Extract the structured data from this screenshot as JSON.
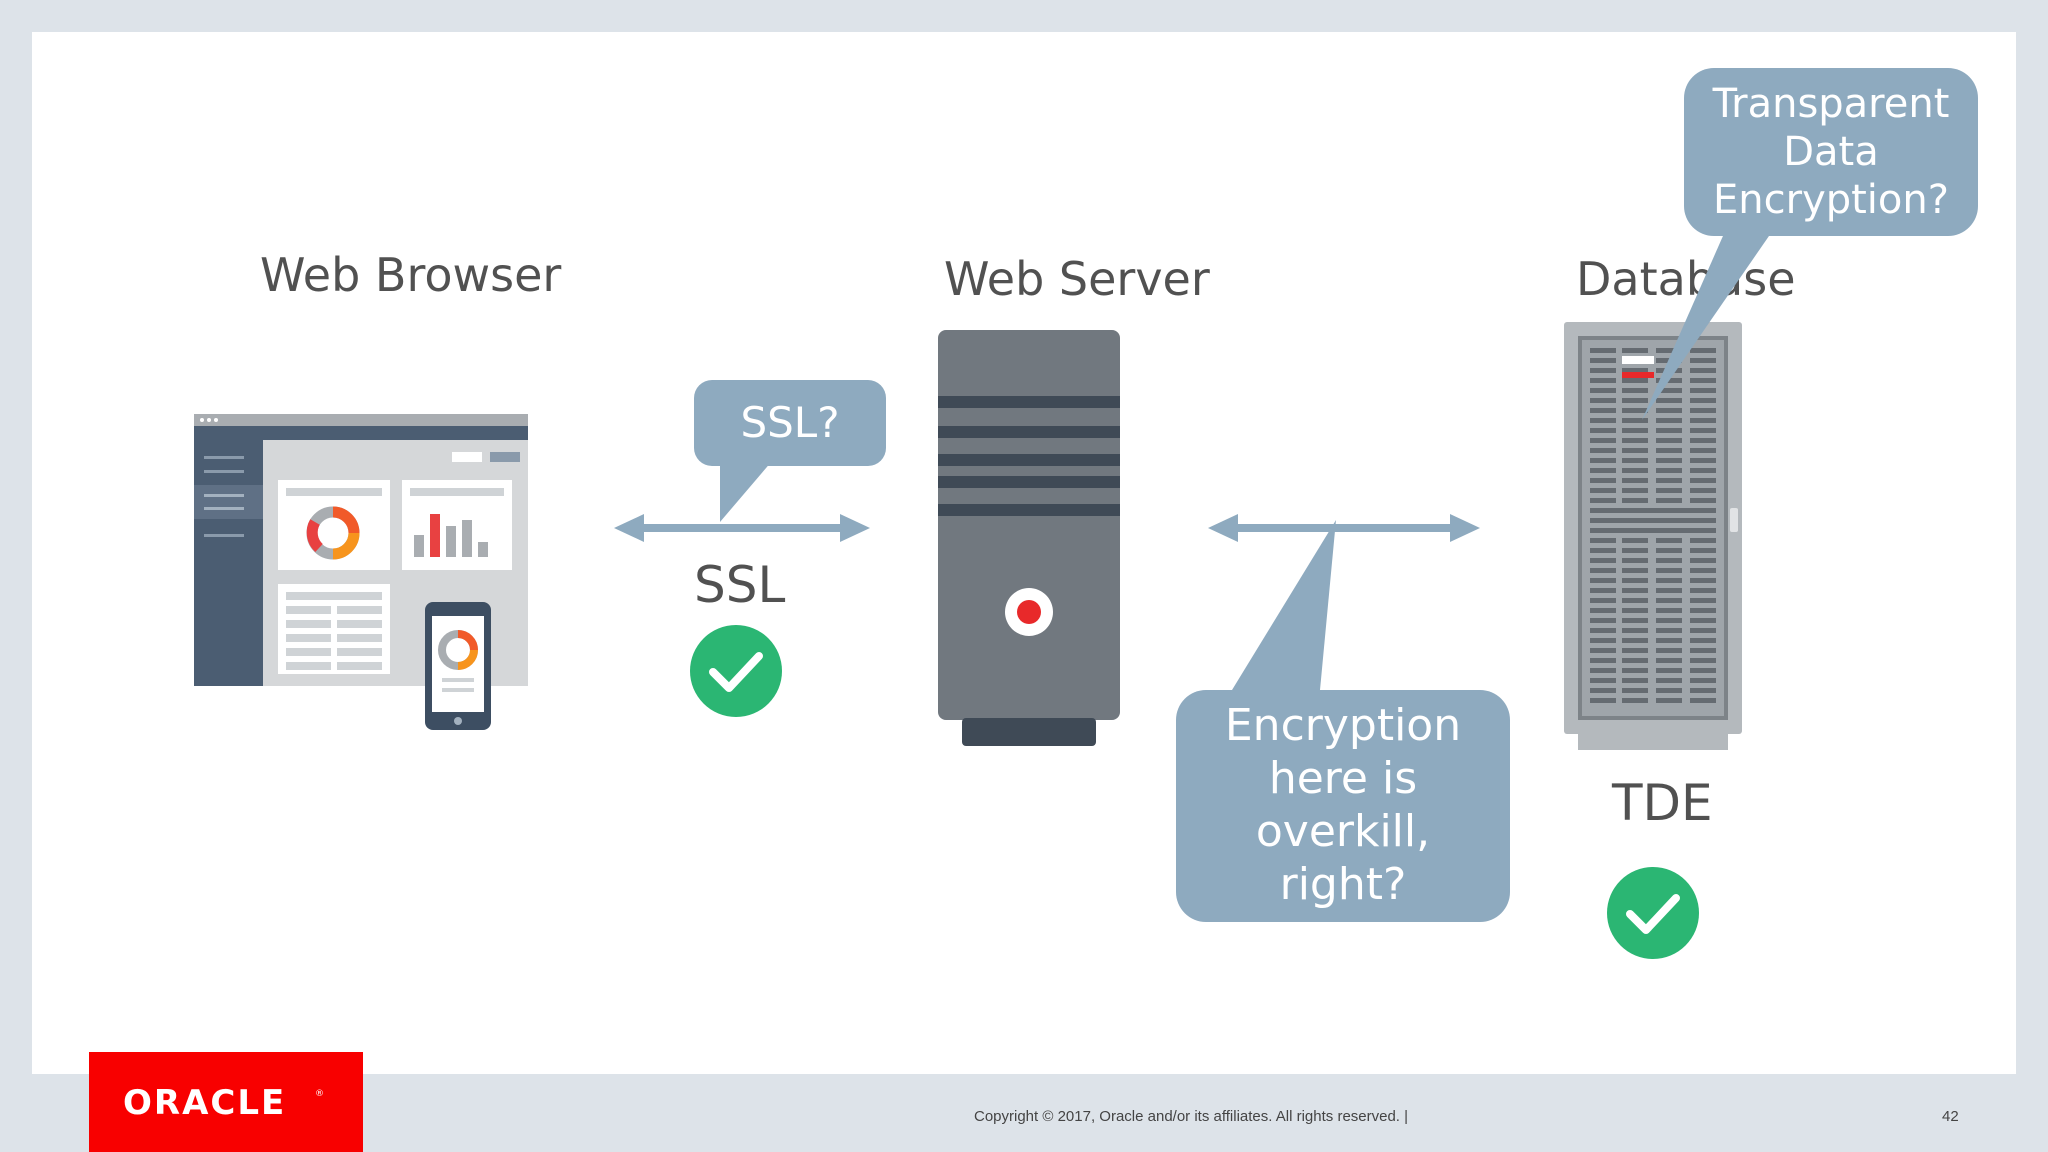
{
  "slide": {
    "labels": {
      "web_browser": "Web Browser",
      "web_server": "Web Server",
      "database": "Database",
      "ssl": "SSL",
      "tde": "TDE"
    },
    "callouts": {
      "ssl_question": "SSL?",
      "encryption_overkill": [
        "Encryption",
        "here is",
        "overkill,",
        "right?"
      ],
      "tde_question": [
        "Transparent",
        "Data",
        "Encryption?"
      ]
    },
    "icons": {
      "browser": "web-browser-illustration-icon",
      "server": "web-server-tower-icon",
      "database": "database-rack-icon",
      "check": "check-circle-icon"
    }
  },
  "colors": {
    "callout": "#8eaabf",
    "arrow": "#8eaabf",
    "check_green": "#2bb673",
    "label_text": "#515151",
    "oracle_red": "#f80000",
    "background": "#dde3e9"
  },
  "footer": {
    "logo_text": "ORACLE",
    "copyright": "Copyright © 2017, Oracle and/or its affiliates. All rights reserved.  |",
    "page_number": "42"
  }
}
